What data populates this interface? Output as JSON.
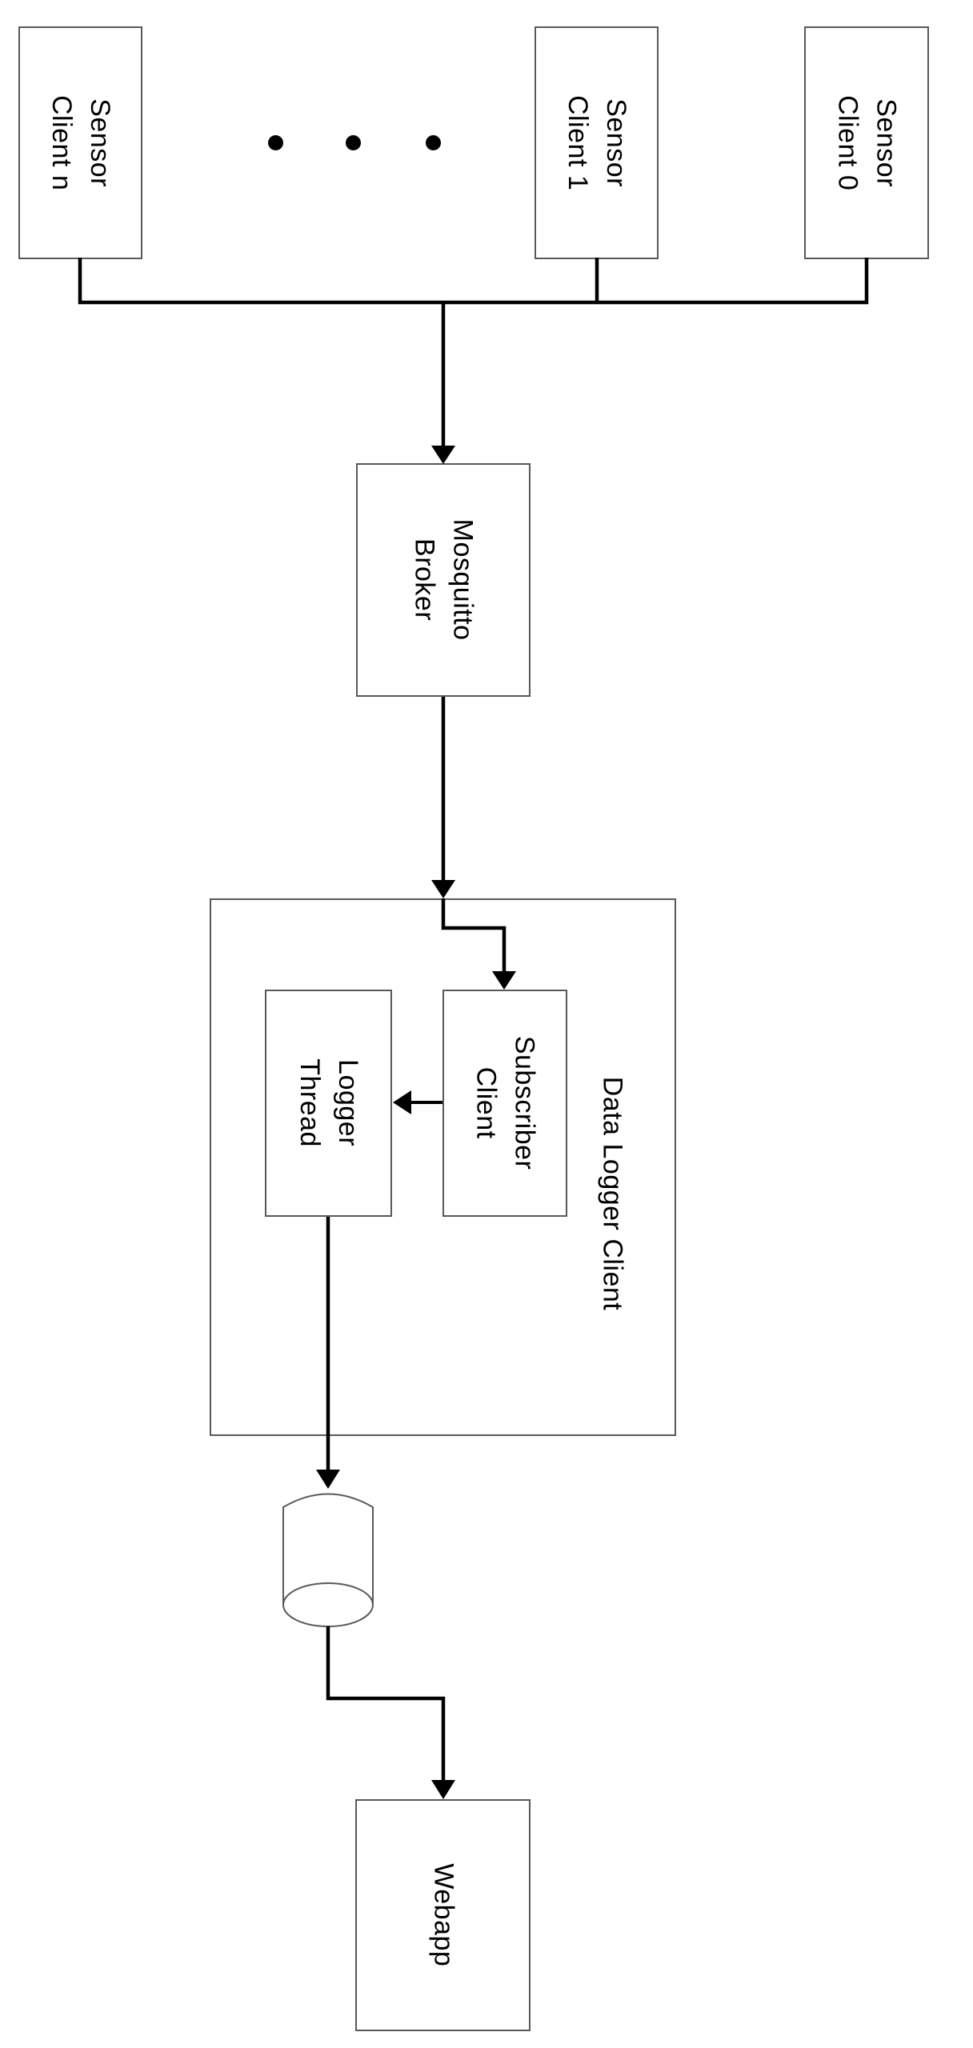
{
  "diagram": {
    "background": "#ffffff",
    "connector_color": "#000000",
    "box_border_color": "#595959",
    "text_color": "#000000",
    "nodes": {
      "sensor_client_n": "Sensor Client n",
      "sensor_client_1": "Sensor Client 1",
      "sensor_client_0": "Sensor Client 0",
      "mosquitto_broker": "Mosquitto\nBroker",
      "data_logger_client": "Data Logger Client",
      "subscriber_client": "Subscriber\nClient",
      "logger_thread": "Logger Thread",
      "webapp": "Webapp"
    },
    "ellipsis_dot_count": 3,
    "edges": [
      {
        "from": "sensor_client_n",
        "to": "mosquitto_broker"
      },
      {
        "from": "sensor_client_1",
        "to": "mosquitto_broker"
      },
      {
        "from": "sensor_client_0",
        "to": "mosquitto_broker"
      },
      {
        "from": "mosquitto_broker",
        "to": "data_logger_client"
      },
      {
        "from": "data_logger_client",
        "to": "subscriber_client"
      },
      {
        "from": "subscriber_client",
        "to": "logger_thread"
      },
      {
        "from": "logger_thread",
        "to": "database_cylinder"
      },
      {
        "from": "database_cylinder",
        "to": "webapp"
      }
    ]
  }
}
